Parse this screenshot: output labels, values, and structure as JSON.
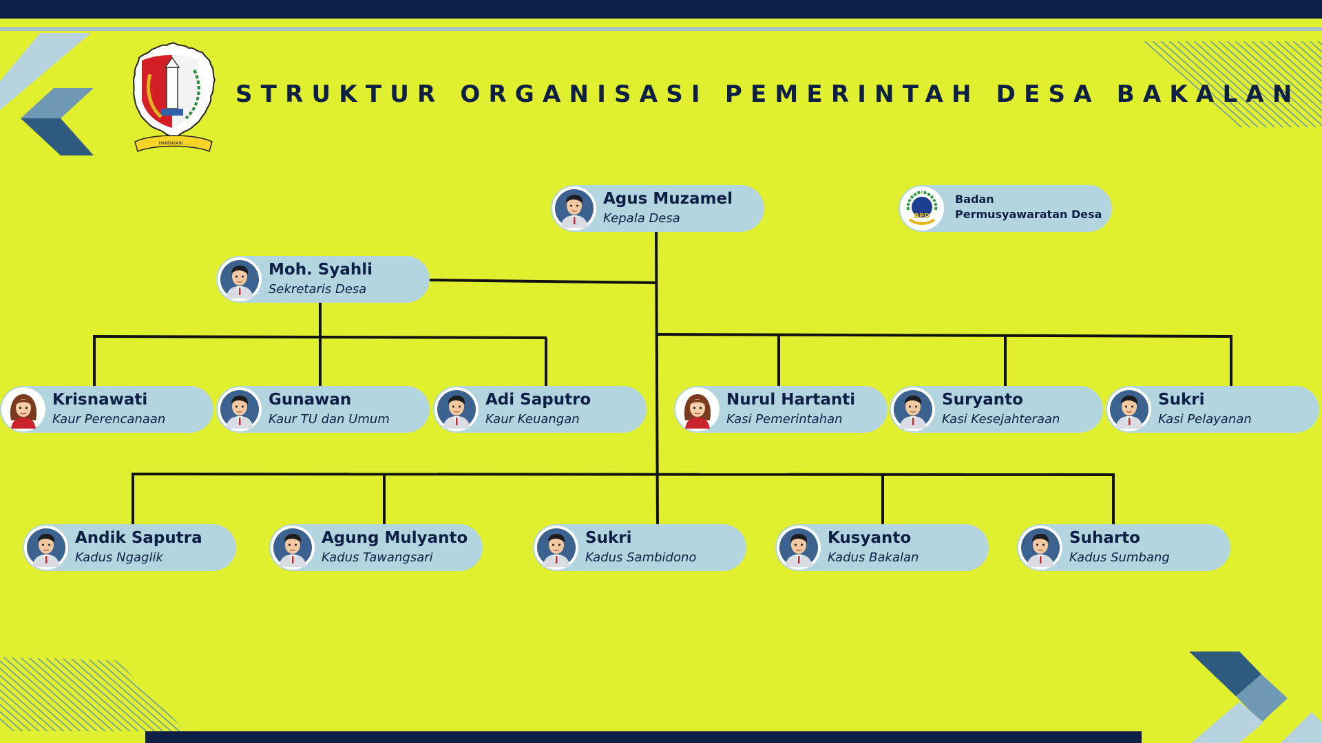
{
  "title": "STRUKTUR ORGANISASI PEMERINTAH DESA BAKALAN",
  "logo": {
    "kind": "regency-seal",
    "ribbon_text": "HANDAYANI ..."
  },
  "colors": {
    "background": "#e0ef2e",
    "navy": "#0d1f45",
    "card": "#b2d5df",
    "line": "#111111"
  },
  "bpd": {
    "line1": "Badan",
    "line2": "Permusyawaratan Desa",
    "emblem_text": "BPD"
  },
  "members": {
    "kepala": {
      "name": "Agus Muzamel",
      "role": "Kepala Desa",
      "avatar": "male-avatar-icon"
    },
    "sekretaris": {
      "name": "Moh. Syahli",
      "role": "Sekretaris Desa",
      "avatar": "male-avatar-icon"
    },
    "kaur": [
      {
        "name": "Krisnawati",
        "role": "Kaur Perencanaan",
        "avatar": "female-avatar-icon"
      },
      {
        "name": "Gunawan",
        "role": "Kaur TU dan Umum",
        "avatar": "male-avatar-icon"
      },
      {
        "name": "Adi Saputro",
        "role": "Kaur Keuangan",
        "avatar": "male-avatar-icon"
      }
    ],
    "kasi": [
      {
        "name": "Nurul Hartanti",
        "role": "Kasi Pemerintahan",
        "avatar": "female-avatar-icon"
      },
      {
        "name": "Suryanto",
        "role": "Kasi Kesejahteraan",
        "avatar": "male-avatar-icon"
      },
      {
        "name": "Sukri",
        "role": "Kasi Pelayanan",
        "avatar": "male-avatar-icon"
      }
    ],
    "kadus": [
      {
        "name": "Andik Saputra",
        "role": "Kadus Ngaglik",
        "avatar": "male-avatar-icon"
      },
      {
        "name": "Agung Mulyanto",
        "role": "Kadus Tawangsari",
        "avatar": "male-avatar-icon"
      },
      {
        "name": "Sukri",
        "role": "Kadus Sambidono",
        "avatar": "male-avatar-icon"
      },
      {
        "name": "Kusyanto",
        "role": "Kadus Bakalan",
        "avatar": "male-avatar-icon"
      },
      {
        "name": "Suharto",
        "role": "Kadus Sumbang",
        "avatar": "male-avatar-icon"
      }
    ]
  }
}
